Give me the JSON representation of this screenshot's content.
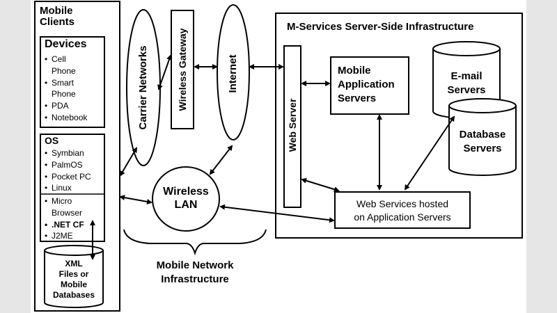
{
  "mobile_clients": {
    "title_line1": "Mobile",
    "title_line2": "Clients",
    "devices": {
      "title": "Devices",
      "items": [
        {
          "line1": "Cell",
          "line2": "Phone"
        },
        {
          "line1": "Smart",
          "line2": "Phone"
        },
        {
          "line1": "PDA",
          "line2": ""
        },
        {
          "line1": "Notebook",
          "line2": ""
        }
      ]
    },
    "os": {
      "title": "OS",
      "items": [
        "Symbian",
        "PalmOS",
        "Pocket PC",
        "Linux"
      ]
    },
    "runtime": {
      "items": [
        {
          "line1": "Micro",
          "line2": "Browser"
        },
        {
          "line1": ".NET CF",
          "line2": ""
        },
        {
          "line1": "J2ME",
          "line2": ""
        }
      ]
    },
    "xml_db": {
      "line1": "XML",
      "line2": "Files or",
      "line3": "Mobile",
      "line4": "Databases"
    }
  },
  "network": {
    "carrier": "Carrier Networks",
    "gateway": "Wireless Gateway",
    "internet": "Internet",
    "wlan_line1": "Wireless",
    "wlan_line2": "LAN",
    "infra_line1": "Mobile Network",
    "infra_line2": "Infrastructure"
  },
  "server": {
    "title": "M-Services Server-Side Infrastructure",
    "web_server": "Web Server",
    "mobile_app_line1": "Mobile",
    "mobile_app_line2": "Application",
    "mobile_app_line3": "Servers",
    "email_line1": "E-mail",
    "email_line2": "Servers",
    "db_line1": "Database",
    "db_line2": "Servers",
    "ws_line1": "Web Services hosted",
    "ws_line2": "on Application Servers"
  }
}
